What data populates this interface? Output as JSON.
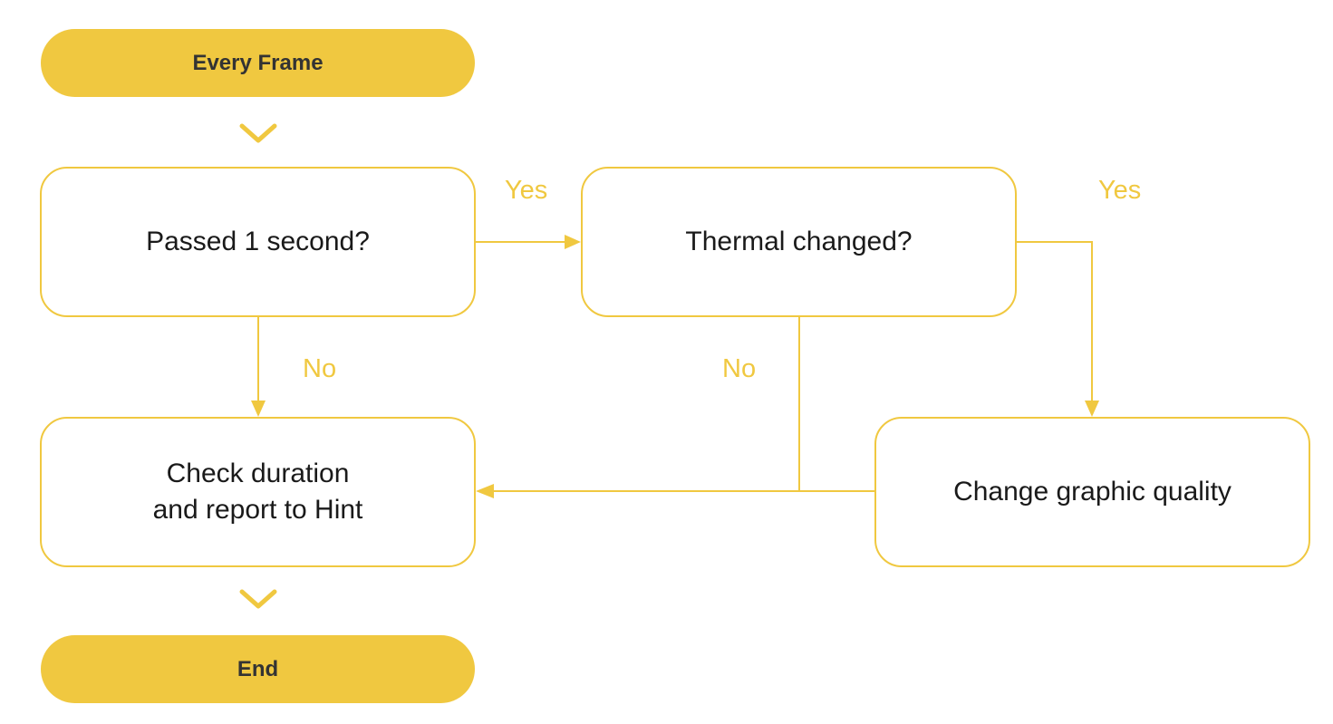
{
  "colors": {
    "accent": "#F0C840",
    "pill_text": "#333333",
    "box_text": "#1a1a1a",
    "background": "#ffffff"
  },
  "nodes": {
    "start": "Every Frame",
    "check_time": "Passed 1 second?",
    "thermal": "Thermal changed?",
    "report_line1": "Check duration",
    "report_line2": "and report to Hint",
    "change_quality": "Change graphic quality",
    "end": "End"
  },
  "edge_labels": {
    "check_time_yes": "Yes",
    "check_time_no": "No",
    "thermal_yes": "Yes",
    "thermal_no": "No"
  },
  "icons": {
    "flow_arrow": "chevron-down-icon"
  }
}
